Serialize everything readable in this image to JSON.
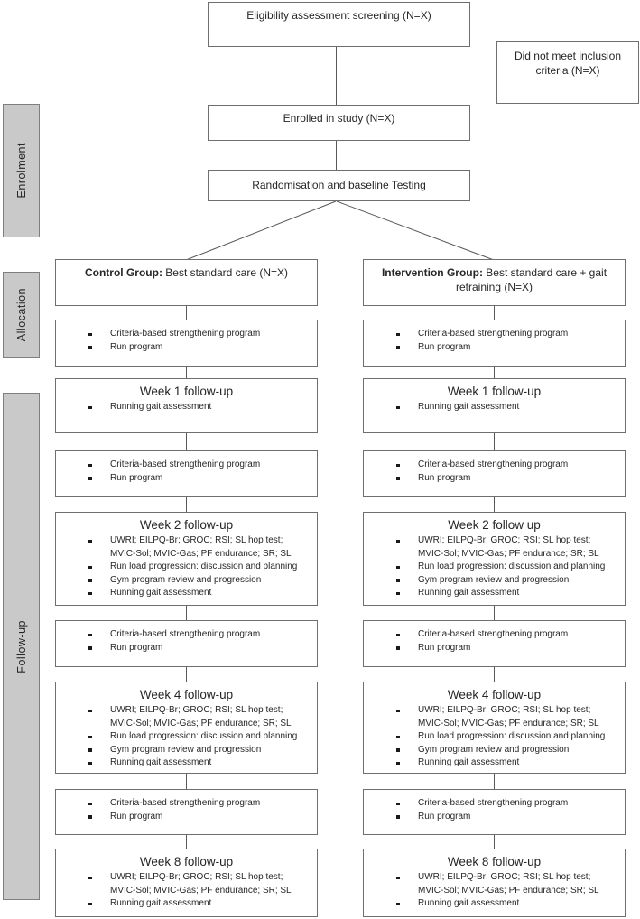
{
  "sidebar": {
    "enrolment_label": "Enrolment",
    "allocation_label": "Allocation",
    "followup_label": "Follow-up",
    "fill_color": "#c9c9c9",
    "border_color": "#7f7f7f"
  },
  "flow": {
    "eligibility": "Eligibility assessment screening (N=X)",
    "excluded_line1": "Did not meet inclusion",
    "excluded_line2": "criteria (N=X)",
    "enrolled": "Enrolled in study (N=X)",
    "randomisation": "Randomisation and baseline Testing"
  },
  "colors": {
    "box_border": "#6f6f6f",
    "connector_line": "#595959",
    "text": "#262626"
  },
  "columns": [
    {
      "header": {
        "bold": "Control Group:",
        "rest": " Best standard care (N=X)"
      },
      "boxes": [
        {
          "bullets": [
            [
              "Criteria-based strengthening program"
            ],
            [
              "Run program"
            ]
          ]
        },
        {
          "title": "Week 1 follow-up",
          "bullets": [
            [
              "Running gait assessment"
            ]
          ]
        },
        {
          "bullets": [
            [
              "Criteria-based strengthening program"
            ],
            [
              "Run program"
            ]
          ]
        },
        {
          "title": "Week 2 follow-up",
          "bullets": [
            [
              "UWRI; EILPQ-Br; GROC; RSI; SL hop test;",
              "MVIC-Sol; MVIC-Gas; PF endurance; SR; SL"
            ],
            [
              "Run load progression: discussion and planning"
            ],
            [
              "Gym program review and progression"
            ],
            [
              "Running gait assessment"
            ]
          ]
        },
        {
          "bullets": [
            [
              "Criteria-based strengthening program"
            ],
            [
              "Run program"
            ]
          ]
        },
        {
          "title": "Week 4 follow-up",
          "bullets": [
            [
              "UWRI; EILPQ-Br; GROC; RSI; SL hop test;",
              "MVIC-Sol; MVIC-Gas; PF endurance; SR; SL"
            ],
            [
              "Run load progression: discussion and planning"
            ],
            [
              "Gym program review and progression"
            ],
            [
              "Running gait assessment"
            ]
          ]
        },
        {
          "bullets": [
            [
              "Criteria-based strengthening program"
            ],
            [
              "Run program"
            ]
          ]
        },
        {
          "title": "Week 8 follow-up",
          "bullets": [
            [
              "UWRI; EILPQ-Br; GROC; RSI; SL hop test;",
              "MVIC-Sol; MVIC-Gas; PF endurance; SR; SL"
            ],
            [
              "Running gait assessment"
            ]
          ]
        }
      ]
    },
    {
      "header": {
        "bold": "Intervention Group:",
        "rest": " Best standard care + gait retraining (N=X)"
      },
      "boxes": [
        {
          "bullets": [
            [
              "Criteria-based strengthening program"
            ],
            [
              "Run program"
            ]
          ]
        },
        {
          "title": "Week 1 follow-up",
          "bullets": [
            [
              "Running gait assessment"
            ]
          ]
        },
        {
          "bullets": [
            [
              "Criteria-based strengthening program"
            ],
            [
              "Run program"
            ]
          ]
        },
        {
          "title": "Week 2 follow up",
          "bullets": [
            [
              "UWRI; EILPQ-Br; GROC; RSI; SL hop test;",
              "MVIC-Sol; MVIC-Gas; PF endurance; SR; SL"
            ],
            [
              "Run load progression: discussion and planning"
            ],
            [
              "Gym program review and progression"
            ],
            [
              "Running gait assessment"
            ]
          ]
        },
        {
          "bullets": [
            [
              "Criteria-based strengthening program"
            ],
            [
              "Run program"
            ]
          ]
        },
        {
          "title": "Week 4 follow-up",
          "bullets": [
            [
              "UWRI; EILPQ-Br; GROC; RSI; SL hop test;",
              "MVIC-Sol; MVIC-Gas; PF endurance; SR; SL"
            ],
            [
              "Run load progression: discussion and planning"
            ],
            [
              "Gym program review and progression"
            ],
            [
              "Running gait assessment"
            ]
          ]
        },
        {
          "bullets": [
            [
              "Criteria-based strengthening program"
            ],
            [
              "Run program"
            ]
          ]
        },
        {
          "title": "Week 8 follow-up",
          "bullets": [
            [
              "UWRI; EILPQ-Br; GROC; RSI; SL hop test;",
              "MVIC-Sol; MVIC-Gas; PF endurance; SR; SL"
            ],
            [
              "Running gait assessment"
            ]
          ]
        }
      ]
    }
  ]
}
